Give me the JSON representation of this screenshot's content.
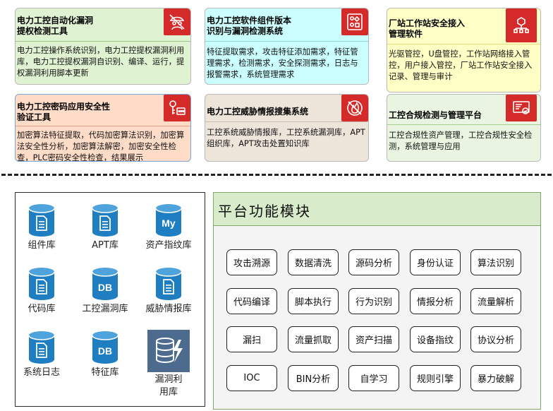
{
  "cards": [
    {
      "id": "c1",
      "title": [
        "电力工控自动化漏洞",
        "提权检测工具"
      ],
      "body": "电力工控操作系统识别，电力工控提权漏洞利用库，电力工控提权漏洞自识别、编译、运行，提权漏洞利用脚本更新",
      "icon": "hacker-icon",
      "ribbon_color": "#d42a2a"
    },
    {
      "id": "c2",
      "title": [
        "电力工控密码应用安全性",
        "验证工具"
      ],
      "body": "加密算法特征提取，代码加密算法识别，加密算法安全性分析，加密算法解密，加密安全性检查，PLC密码安全性检查，结果展示",
      "icon": "key-icon",
      "ribbon_color": "#d42a2a"
    },
    {
      "id": "c3",
      "title": [
        "电力工控软件组件版本",
        "识别与漏洞检测系统"
      ],
      "body": "特征提取需求，攻击特征添加需求，特征管理需求，检测需求，安全探测需求，日志与报警需求，系统管理需求",
      "icon": "component-icon",
      "ribbon_color": "#d42a2a"
    },
    {
      "id": "c4",
      "title": [
        "电力工控威胁情报搜集系统"
      ],
      "body": "工控系统威胁情报库，工控系统漏洞库，APT组织库，APT攻击处置知识库",
      "icon": "threat-icon",
      "ribbon_color": "#d42a2a"
    },
    {
      "id": "c5",
      "title": [
        "厂站工作站安全接入",
        "管理软件"
      ],
      "body": "光驱管控，U盘管控，工作站网络接入管控，用户接入管控，厂站工作站安全接入记录、管理与审计",
      "icon": "network-icon",
      "ribbon_color": "#d42a2a"
    },
    {
      "id": "c6",
      "title": [
        "工控合规检测与管理平台"
      ],
      "body": "工控合规性资产管理，工控合规性安全检测，系统管理与应用",
      "icon": "certificate-icon",
      "ribbon_color": "#d42a2a"
    }
  ],
  "databases": [
    {
      "label": "组件库",
      "icon": "doc"
    },
    {
      "label": "APT库",
      "icon": "doc"
    },
    {
      "label": "资产指纹库",
      "icon": "my"
    },
    {
      "label": "代码库",
      "icon": "doc"
    },
    {
      "label": "工控漏洞库",
      "icon": "db"
    },
    {
      "label": "威胁情报库",
      "icon": "doc"
    },
    {
      "label": "系统日志",
      "icon": "doc"
    },
    {
      "label": "特征库",
      "icon": "db"
    },
    {
      "label": "漏洞利\n用库",
      "icon": "exploit"
    }
  ],
  "platform": {
    "title": "平台功能模块",
    "modules": [
      "攻击溯源",
      "数据清洗",
      "源码分析",
      "身份认证",
      "算法识别",
      "代码编译",
      "脚本执行",
      "行为识别",
      "情报分析",
      "流量解析",
      "漏扫",
      "流量抓取",
      "资产扫描",
      "设备指纹",
      "协议分析",
      "IOC",
      "BIN分析",
      "自学习",
      "规则引擎",
      "暴力破解"
    ]
  },
  "colors": {
    "ribbon": "#d42a2a",
    "db_blue": "#1f7ec1",
    "panel_green": "#d8ebca"
  }
}
